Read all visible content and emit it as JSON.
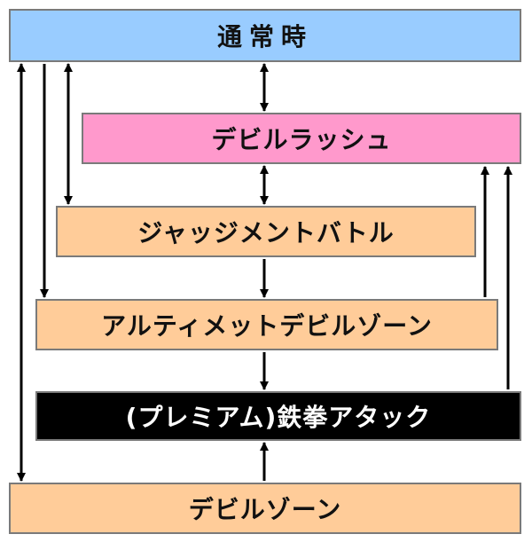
{
  "states": {
    "normal": {
      "label": "通常時",
      "color": "#99ccff"
    },
    "devil_rush": {
      "label": "デビルラッシュ",
      "color": "#ff99cc"
    },
    "judgment_battle": {
      "label": "ジャッジメントバトル",
      "color": "#ffcc99"
    },
    "ultimate_devil_zone": {
      "label": "アルティメットデビルゾーン",
      "color": "#ffcc99"
    },
    "premium_attack": {
      "label": "(プレミアム)鉄拳アタック",
      "color": "#000000",
      "text_color": "#ffffff"
    },
    "devil_zone": {
      "label": "デビルゾーン",
      "color": "#ffcc99"
    }
  },
  "transitions": [
    {
      "from": "normal",
      "to": "devil_rush",
      "bidirectional": true
    },
    {
      "from": "devil_rush",
      "to": "judgment_battle",
      "bidirectional": true
    },
    {
      "from": "judgment_battle",
      "to": "ultimate_devil_zone",
      "bidirectional": false
    },
    {
      "from": "ultimate_devil_zone",
      "to": "premium_attack",
      "bidirectional": false
    },
    {
      "from": "devil_zone",
      "to": "premium_attack",
      "bidirectional": false
    },
    {
      "from": "normal",
      "to": "devil_zone",
      "bidirectional": true
    },
    {
      "from": "normal",
      "to": "ultimate_devil_zone",
      "bidirectional": false
    },
    {
      "from": "normal",
      "to": "judgment_battle",
      "bidirectional": true
    },
    {
      "from": "ultimate_devil_zone",
      "to": "devil_rush",
      "bidirectional": false
    },
    {
      "from": "premium_attack",
      "to": "devil_rush",
      "bidirectional": false
    }
  ]
}
